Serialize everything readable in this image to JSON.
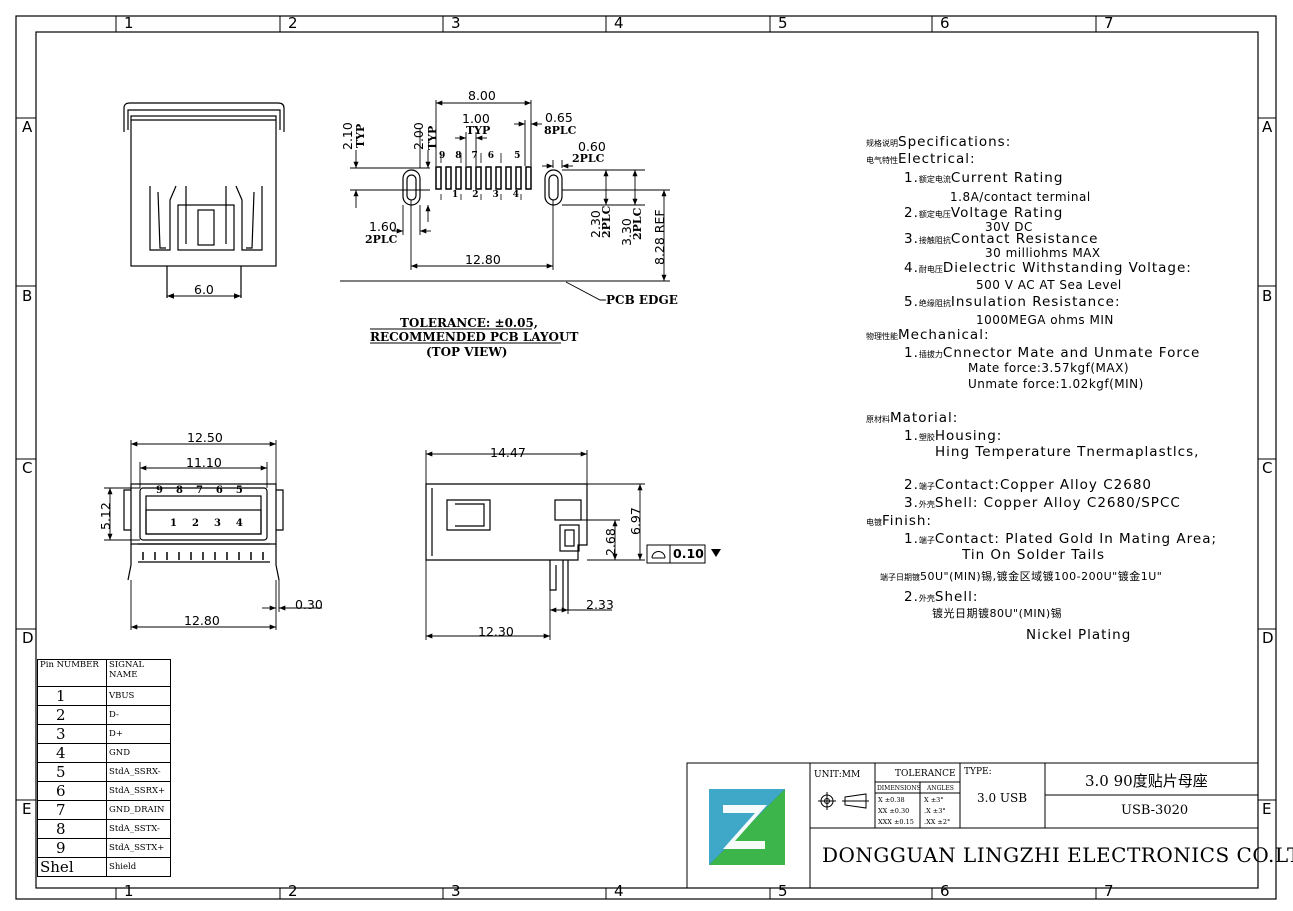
{
  "zones": {
    "columns": [
      "1",
      "2",
      "3",
      "4",
      "5",
      "6",
      "7"
    ],
    "rows": [
      "A",
      "B",
      "C",
      "D",
      "E"
    ]
  },
  "pcb_layout": {
    "dim_8_00": "8.00",
    "dim_1_00": "1.00",
    "typ": "TYP",
    "dim_0_65": "0.65",
    "plc8": "8PLC",
    "dim_0_60": "0.60",
    "plc2": "2PLC",
    "dim_2_10": "2.10",
    "dim_2_00": "2.00",
    "dim_1_60": "1.60",
    "dim_12_80": "12.80",
    "dim_2_30": "2.30",
    "dim_3_30": "3.30",
    "dim_8_28": "8.28 REF",
    "pcb_edge": "PCB EDGE",
    "top_pins": [
      "9",
      "8",
      "7",
      "6",
      "5"
    ],
    "bottom_pins": [
      "1",
      "2",
      "3",
      "4"
    ],
    "tolerance": "TOLERANCE: ±0.05,",
    "recommended": "RECOMMENDED PCB LAYOUT",
    "top_view": "(TOP VIEW)"
  },
  "front_view": {
    "dim_6_0": "6.0"
  },
  "bottom_front": {
    "dim_12_50": "12.50",
    "dim_11_10": "11.10",
    "dim_5_12": "5.12",
    "dim_12_80": "12.80",
    "dim_0_30": "0.30",
    "top_pins": [
      "9",
      "8",
      "7",
      "6",
      "5"
    ],
    "bottom_pins": [
      "1",
      "2",
      "3",
      "4"
    ]
  },
  "side_view": {
    "dim_14_47": "14.47",
    "dim_6_97": "6.97",
    "dim_2_68": "2.68",
    "dim_2_33": "2.33",
    "dim_12_30": "12.30",
    "flatness": "0.10"
  },
  "specs": {
    "title_cn": "规格说明",
    "title": "Specifications:",
    "electrical_cn": "电气特性",
    "electrical": "Electrical:",
    "items": [
      {
        "num": "1.",
        "cn": "额定电流",
        "label": "Current Rating",
        "value": "1.8A/contact terminal"
      },
      {
        "num": "2.",
        "cn": "额定电压",
        "label": "Voltage Rating",
        "value": "30V DC"
      },
      {
        "num": "3.",
        "cn": "接触阻抗",
        "label": "Contact Resistance",
        "value": "30 milliohms MAX"
      },
      {
        "num": "4.",
        "cn": "耐电压",
        "label": "Dielectric Withstanding Voltage:",
        "value": "500 V AC AT Sea Level"
      },
      {
        "num": "5.",
        "cn": "绝缘阻抗",
        "label": "Insulation Resistance:",
        "value": "1000MEGA ohms MIN"
      }
    ],
    "mechanical_cn": "物理性能",
    "mechanical": "Mechanical:",
    "mech_num": "1.",
    "mech_cn": "插拔力",
    "mech_label": "Cnnector Mate and Unmate Force",
    "mate": "Mate force:3.57kgf(MAX)",
    "unmate": "Unmate force:1.02kgf(MIN)",
    "material_cn": "原材料",
    "material": "Matorial:",
    "housing_num": "1.",
    "housing_cn": "塑胶",
    "housing": "Housing:",
    "housing_value": "Hing Temperature Tnermaplastlcs,",
    "contact_num": "2.",
    "contact_cn": "端子",
    "contact": "Contact:Copper Alloy C2680",
    "shell_num": "3.",
    "shell_cn": "外壳",
    "shell": "Shell: Copper Alloy C2680/SPCC",
    "finish_cn": "电镀",
    "finish": "Finish:",
    "f1_num": "1.",
    "f1_cn": "端子",
    "f1": "Contact: Plated Gold In Mating Area;",
    "f1b": "Tin On Solder Tails",
    "f1c_cn": "端子日期镀",
    "f1c": "50U\"(MIN)锡,镀金区域镀100-200U\"镀金1U\"",
    "f2_num": "2.",
    "f2_cn": "外壳",
    "f2": "Shell:",
    "f2b": "镀光日期镀80U\"(MIN)锡",
    "f2c": "Nickel Plating"
  },
  "pin_table": {
    "header_pin": "Pin NUMBER",
    "header_signal": "SIGNAL NAME",
    "rows": [
      {
        "pin": "1",
        "signal": "VBUS"
      },
      {
        "pin": "2",
        "signal": "D-"
      },
      {
        "pin": "3",
        "signal": "D+"
      },
      {
        "pin": "4",
        "signal": "GND"
      },
      {
        "pin": "5",
        "signal": "StdA_SSRX-"
      },
      {
        "pin": "6",
        "signal": "StdA_SSRX+"
      },
      {
        "pin": "7",
        "signal": "GND_DRAIN"
      },
      {
        "pin": "8",
        "signal": "StdA_SSTX-"
      },
      {
        "pin": "9",
        "signal": "StdA_SSTX+"
      },
      {
        "pin": "Shel",
        "signal": "Shield"
      }
    ]
  },
  "title_block": {
    "unit": "UNIT:MM",
    "tolerance": "TOLERANCE",
    "dimensions": "DIMENSIONS",
    "angles": "ANGLES",
    "tol_rows": [
      {
        "d": "X  ±0.38",
        "a": "X  ±3°"
      },
      {
        "d": "XX ±0.30",
        "a": ".X  ±3°"
      },
      {
        "d": "XXX ±0.15",
        "a": ".XX ±2°"
      }
    ],
    "type_label": "TYPE:",
    "type_value": "3.0 USB",
    "product_name": "3.0 90度贴片母座",
    "part_number": "USB-3020",
    "company": "DONGGUAN LINGZHI ELECTRONICS CO.LTD",
    "logo_colors": [
      "#1a3fa8",
      "#3fa8c8",
      "#3cb54a"
    ]
  }
}
